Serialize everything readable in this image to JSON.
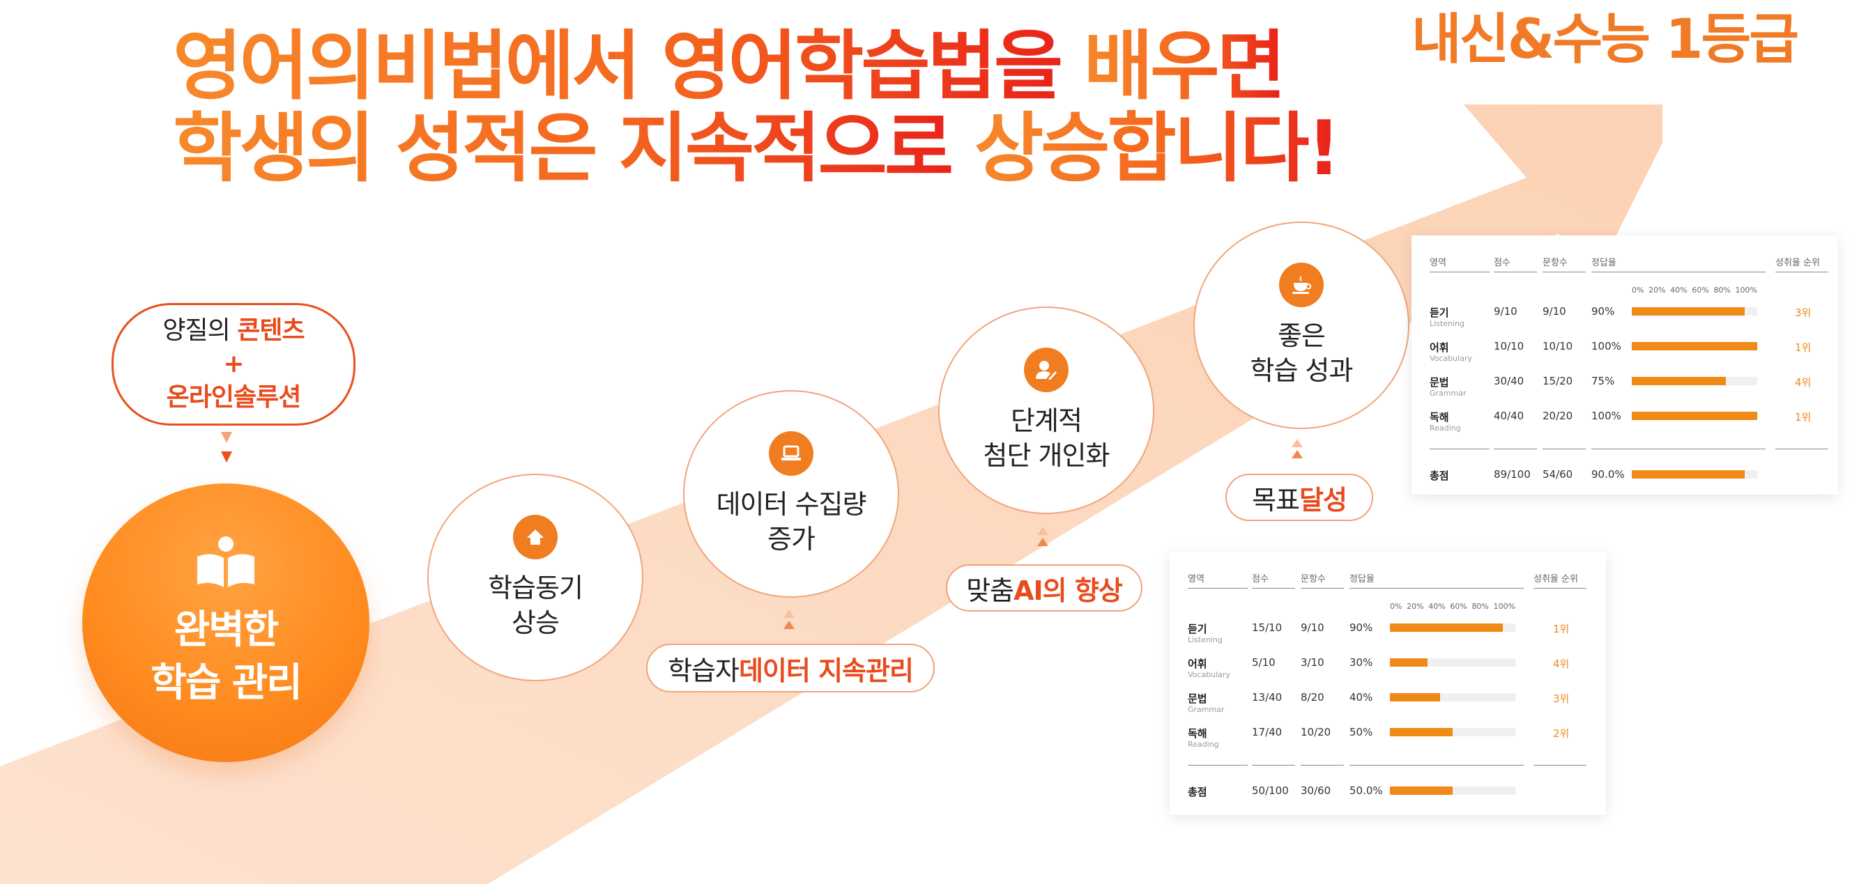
{
  "headline": {
    "line1": [
      "영어의비법에서 영어학습법을 ",
      "배우면"
    ],
    "line2": [
      "학생의 성적은 지속적으로 ",
      "상승합니다!"
    ]
  },
  "goal_title": "내신&수능 1등급",
  "content_pill": {
    "line1_a": "양질의 ",
    "line1_b": "콘텐츠",
    "line2": "+",
    "line3": "온라인솔루션"
  },
  "main_circle": {
    "line1": "완벽한",
    "line2": "학습 관리"
  },
  "steps": [
    {
      "line1": "학습동기",
      "line2": "상승",
      "icon": "home-icon"
    },
    {
      "line1": "데이터 수집량",
      "line2": "증가",
      "icon": "laptop-icon"
    },
    {
      "line1": "단계적",
      "line2": "첨단 개인화",
      "icon": "user-edit-icon"
    },
    {
      "line1": "좋은",
      "line2": "학습 성과",
      "icon": "coffee-icon"
    }
  ],
  "pills": [
    {
      "a": "학습자 ",
      "b": "데이터 지속관리"
    },
    {
      "a": "맞춤 ",
      "b": "AI의 향상"
    },
    {
      "a": "목표 ",
      "b": "달성"
    }
  ],
  "report_headers": {
    "area": "영역",
    "score": "점수",
    "questions": "문항수",
    "accuracy": "정답율",
    "rank": "성취율 순위",
    "pct_ticks": [
      "0%",
      "20%",
      "40%",
      "60%",
      "80%",
      "100%"
    ],
    "total": "총점"
  },
  "report_after": {
    "rows": [
      {
        "name": "듣기",
        "sub": "Listening",
        "score": "9/10",
        "questions": "9/10",
        "accuracy": "90%",
        "fill": 0.9,
        "rank": "3위"
      },
      {
        "name": "어휘",
        "sub": "Vocabulary",
        "score": "10/10",
        "questions": "10/10",
        "accuracy": "100%",
        "fill": 1.0,
        "rank": "1위"
      },
      {
        "name": "문법",
        "sub": "Grammar",
        "score": "30/40",
        "questions": "15/20",
        "accuracy": "75%",
        "fill": 0.75,
        "rank": "4위"
      },
      {
        "name": "독해",
        "sub": "Reading",
        "score": "40/40",
        "questions": "20/20",
        "accuracy": "100%",
        "fill": 1.0,
        "rank": "1위"
      }
    ],
    "total": {
      "score": "89/100",
      "questions": "54/60",
      "accuracy": "90.0%",
      "fill": 0.9
    }
  },
  "report_before": {
    "rows": [
      {
        "name": "듣기",
        "sub": "Listening",
        "score": "15/10",
        "questions": "9/10",
        "accuracy": "90%",
        "fill": 0.9,
        "rank": "1위"
      },
      {
        "name": "어휘",
        "sub": "Vocabulary",
        "score": "5/10",
        "questions": "3/10",
        "accuracy": "30%",
        "fill": 0.3,
        "rank": "4위"
      },
      {
        "name": "문법",
        "sub": "Grammar",
        "score": "13/40",
        "questions": "8/20",
        "accuracy": "40%",
        "fill": 0.4,
        "rank": "3위"
      },
      {
        "name": "독해",
        "sub": "Reading",
        "score": "17/40",
        "questions": "10/20",
        "accuracy": "50%",
        "fill": 0.5,
        "rank": "2위"
      }
    ],
    "total": {
      "score": "50/100",
      "questions": "30/60",
      "accuracy": "50.0%",
      "fill": 0.5
    }
  },
  "colors": {
    "accent": "#f07d1f",
    "red": "#e84b1c",
    "arrow": "#fde4d3"
  }
}
